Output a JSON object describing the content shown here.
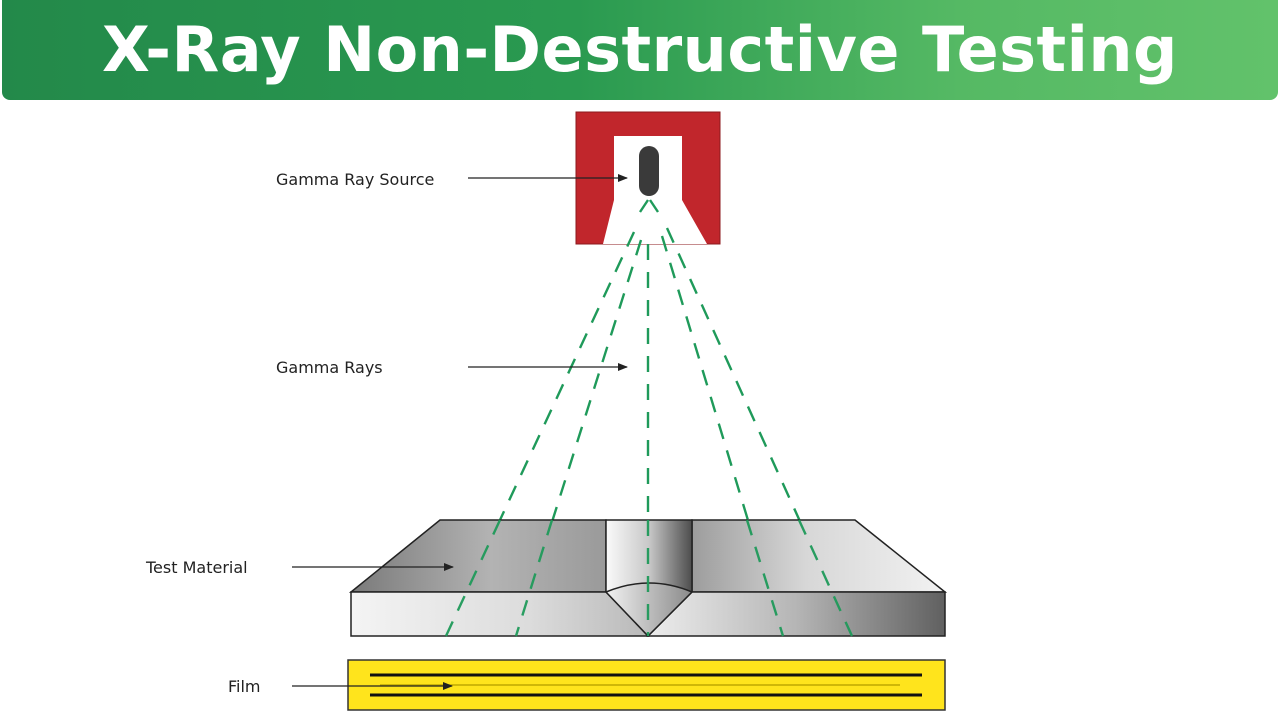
{
  "title": "X-Ray Non-Destructive Testing",
  "labels": {
    "source": "Gamma Ray Source",
    "rays": "Gamma Rays",
    "material": "Test Material",
    "film": "Film"
  },
  "colors": {
    "banner_start": "#23894a",
    "banner_end": "#62c26b",
    "source_housing": "#c1262c",
    "ray": "#1f9a5a",
    "film": "#ffe41c"
  }
}
